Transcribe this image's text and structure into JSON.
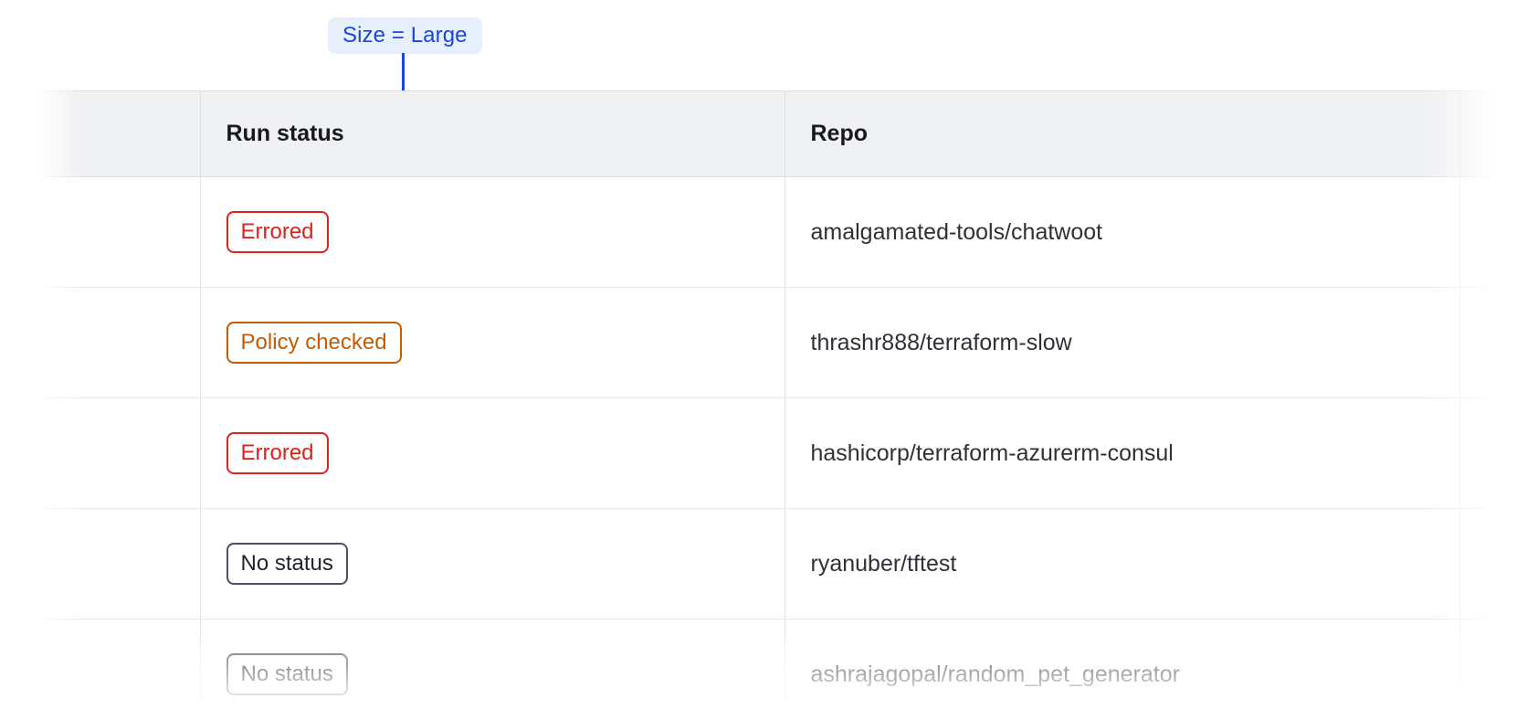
{
  "annotation": {
    "label": "Size = Large",
    "accent_color": "#1a48d6",
    "background_color": "#e7effd",
    "connector": "vertical-line-with-dot"
  },
  "table": {
    "columns": [
      {
        "key": "lead",
        "header": ""
      },
      {
        "key": "status",
        "header": "Run status"
      },
      {
        "key": "repo",
        "header": "Repo"
      },
      {
        "key": "tail",
        "header": ""
      }
    ],
    "header_background": "#f0f1f3",
    "border_color": "#e4e6ea",
    "rows": [
      {
        "status": "Errored",
        "status_variant": "errored",
        "status_color": "#e0231a",
        "repo": "amalgamated-tools/chatwoot"
      },
      {
        "status": "Policy checked",
        "status_variant": "policy-checked",
        "status_color": "#c35c06",
        "repo": "thrashr888/terraform-slow"
      },
      {
        "status": "Errored",
        "status_variant": "errored",
        "status_color": "#e0231a",
        "repo": "hashicorp/terraform-azurerm-consul"
      },
      {
        "status": "No status",
        "status_variant": "no-status",
        "status_color": "#4b5261",
        "repo": "ryanuber/tftest"
      },
      {
        "status": "No status",
        "status_variant": "no-status",
        "status_color": "#4b5261",
        "repo": "ashrajagopal/random_pet_generator"
      }
    ]
  }
}
